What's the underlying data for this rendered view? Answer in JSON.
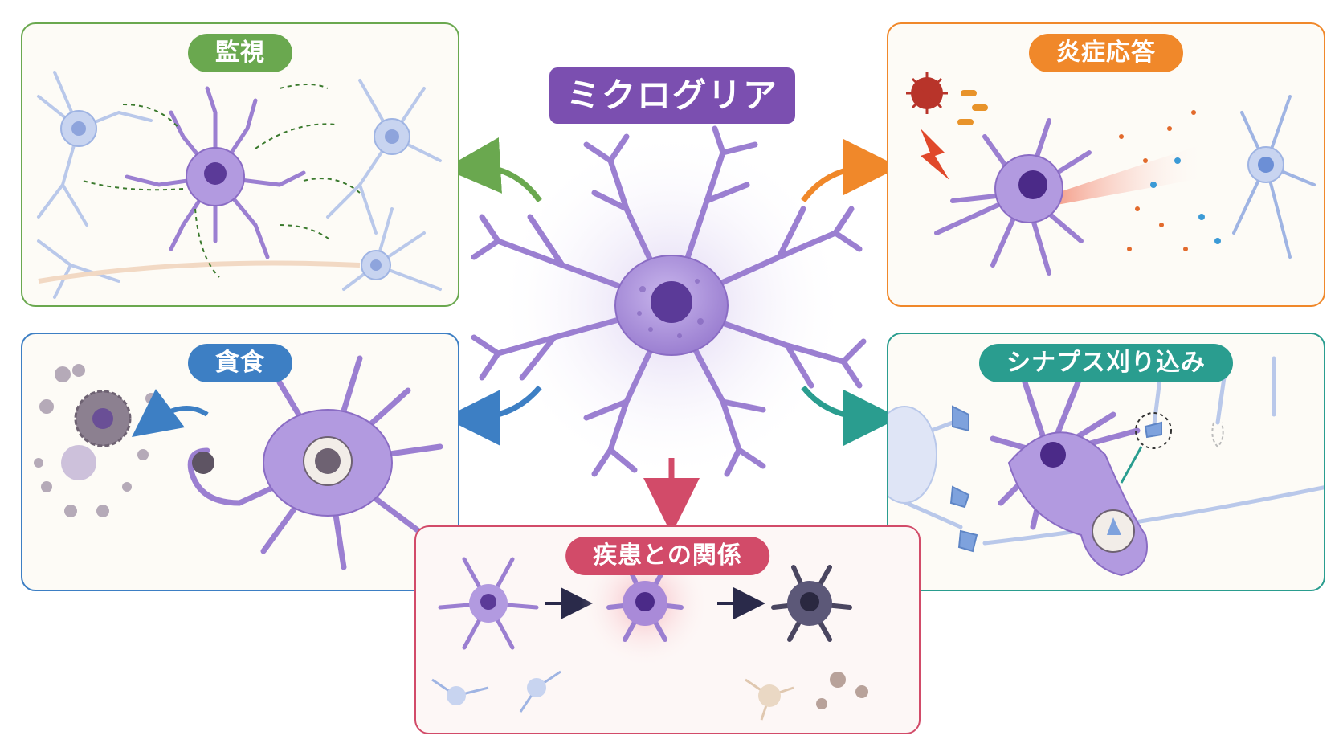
{
  "title": "ミクログリア",
  "panels": {
    "surveillance": {
      "label": "監視",
      "color": "#6aa84f"
    },
    "inflammation": {
      "label": "炎症応答",
      "color": "#f0882a"
    },
    "phagocytosis": {
      "label": "貪食",
      "color": "#3d7fc4"
    },
    "synapse": {
      "label": "シナプス刈り込み",
      "color": "#2a9d8f"
    },
    "disease": {
      "label": "疾患との関係",
      "color": "#d24b69"
    }
  },
  "colors": {
    "microglia": "#9b7fd1",
    "neuron": "#9fb4e3",
    "nucleus": "#5b3a98"
  }
}
